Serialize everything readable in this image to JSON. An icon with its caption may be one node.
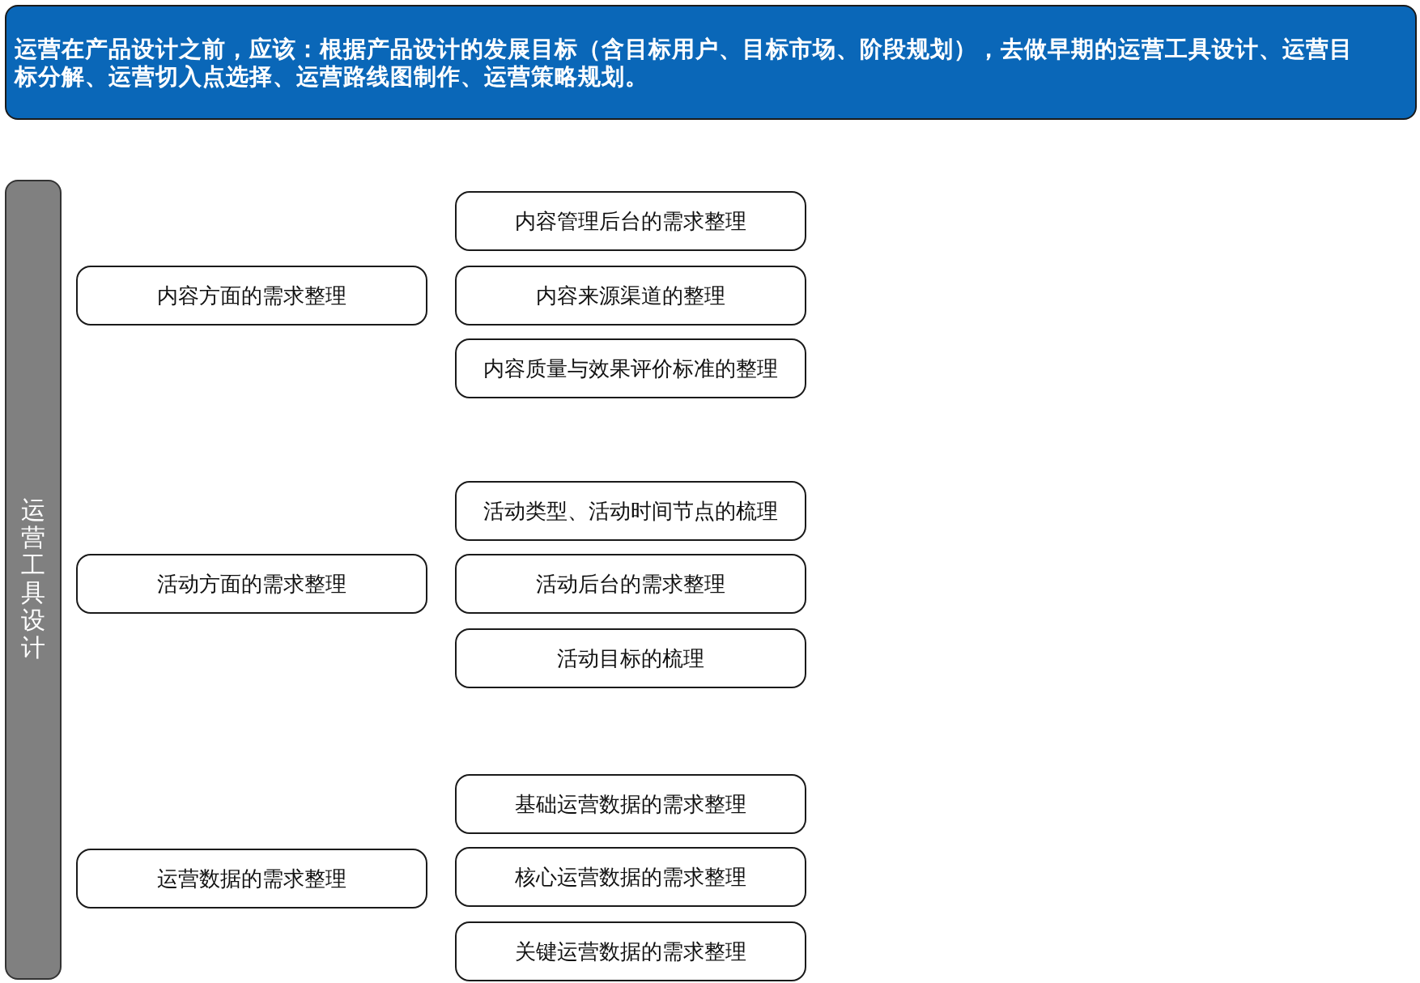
{
  "diagram": {
    "nodes": [
      {
        "text": [
          "运营在产品设计之前，应该：根据产品设计的发展目标（含目标用户、目标市场、阶段规划），去做早期的运营工具设计、运营目标分解、运营切入点选择、运营路线图制作、运营策略规划。"
        ]
      },
      {
        "text": [
          "运营工具设计"
        ]
      },
      {
        "text": [
          "内容方面的需求整理"
        ]
      },
      {
        "text": [
          "内容管理后台的需求整理"
        ]
      },
      {
        "text": [
          "内容来源渠道的整理"
        ]
      },
      {
        "text": [
          "内容质量与效果评价标准的整理"
        ]
      },
      {
        "text": [
          "活动方面的需求整理"
        ]
      },
      {
        "text": [
          "活动类型、活动时间节点的梳理"
        ]
      },
      {
        "text": [
          "活动后台的需求整理"
        ]
      },
      {
        "text": [
          "活动目标的梳理"
        ]
      },
      {
        "text": [
          "运营数据的需求整理"
        ]
      },
      {
        "text": [
          "基础运营数据的需求整理"
        ]
      },
      {
        "text": [
          "核心运营数据的需求整理"
        ]
      },
      {
        "text": [
          "关键运营数据的需求整理"
        ]
      }
    ],
    "edges": []
  }
}
